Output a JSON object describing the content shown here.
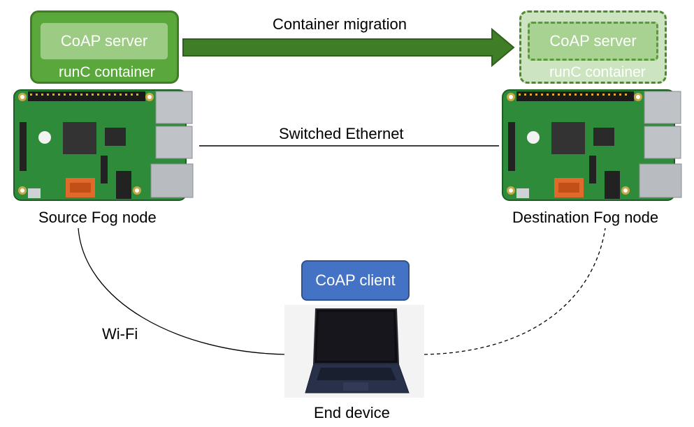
{
  "source": {
    "server_label": "CoAP server",
    "container_label": "runC container",
    "node_label": "Source Fog node"
  },
  "destination": {
    "server_label": "CoAP server",
    "container_label": "runC container",
    "node_label": "Destination Fog node"
  },
  "migration_label": "Container migration",
  "ethernet_label": "Switched Ethernet",
  "wifi_label": "Wi-Fi",
  "client": {
    "label": "CoAP client",
    "device_label": "End device"
  },
  "colors": {
    "container_green": "#5aa83b",
    "arrow_green": "#3f7e27",
    "client_blue": "#4472c4",
    "board_green": "#2e8b3a"
  },
  "icons": [
    "raspberry-pi-board",
    "laptop"
  ]
}
